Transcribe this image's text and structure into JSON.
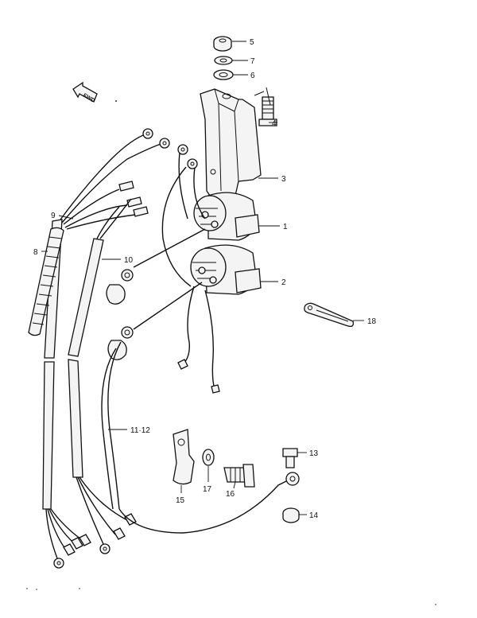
{
  "direction_marker": {
    "label": "FWD"
  },
  "callouts": [
    {
      "id": "5",
      "text": "5"
    },
    {
      "id": "7",
      "text": "7"
    },
    {
      "id": "6",
      "text": "6"
    },
    {
      "id": "4",
      "text": "4"
    },
    {
      "id": "3",
      "text": "3"
    },
    {
      "id": "1",
      "text": "1"
    },
    {
      "id": "2",
      "text": "2"
    },
    {
      "id": "9",
      "text": "9"
    },
    {
      "id": "8",
      "text": "8"
    },
    {
      "id": "10",
      "text": "10"
    },
    {
      "id": "18",
      "text": "18"
    },
    {
      "id": "11-12",
      "text": "11·12"
    },
    {
      "id": "13",
      "text": "13"
    },
    {
      "id": "14",
      "text": "14"
    },
    {
      "id": "15",
      "text": "15"
    },
    {
      "id": "16",
      "text": "16"
    },
    {
      "id": "17",
      "text": "17"
    }
  ]
}
